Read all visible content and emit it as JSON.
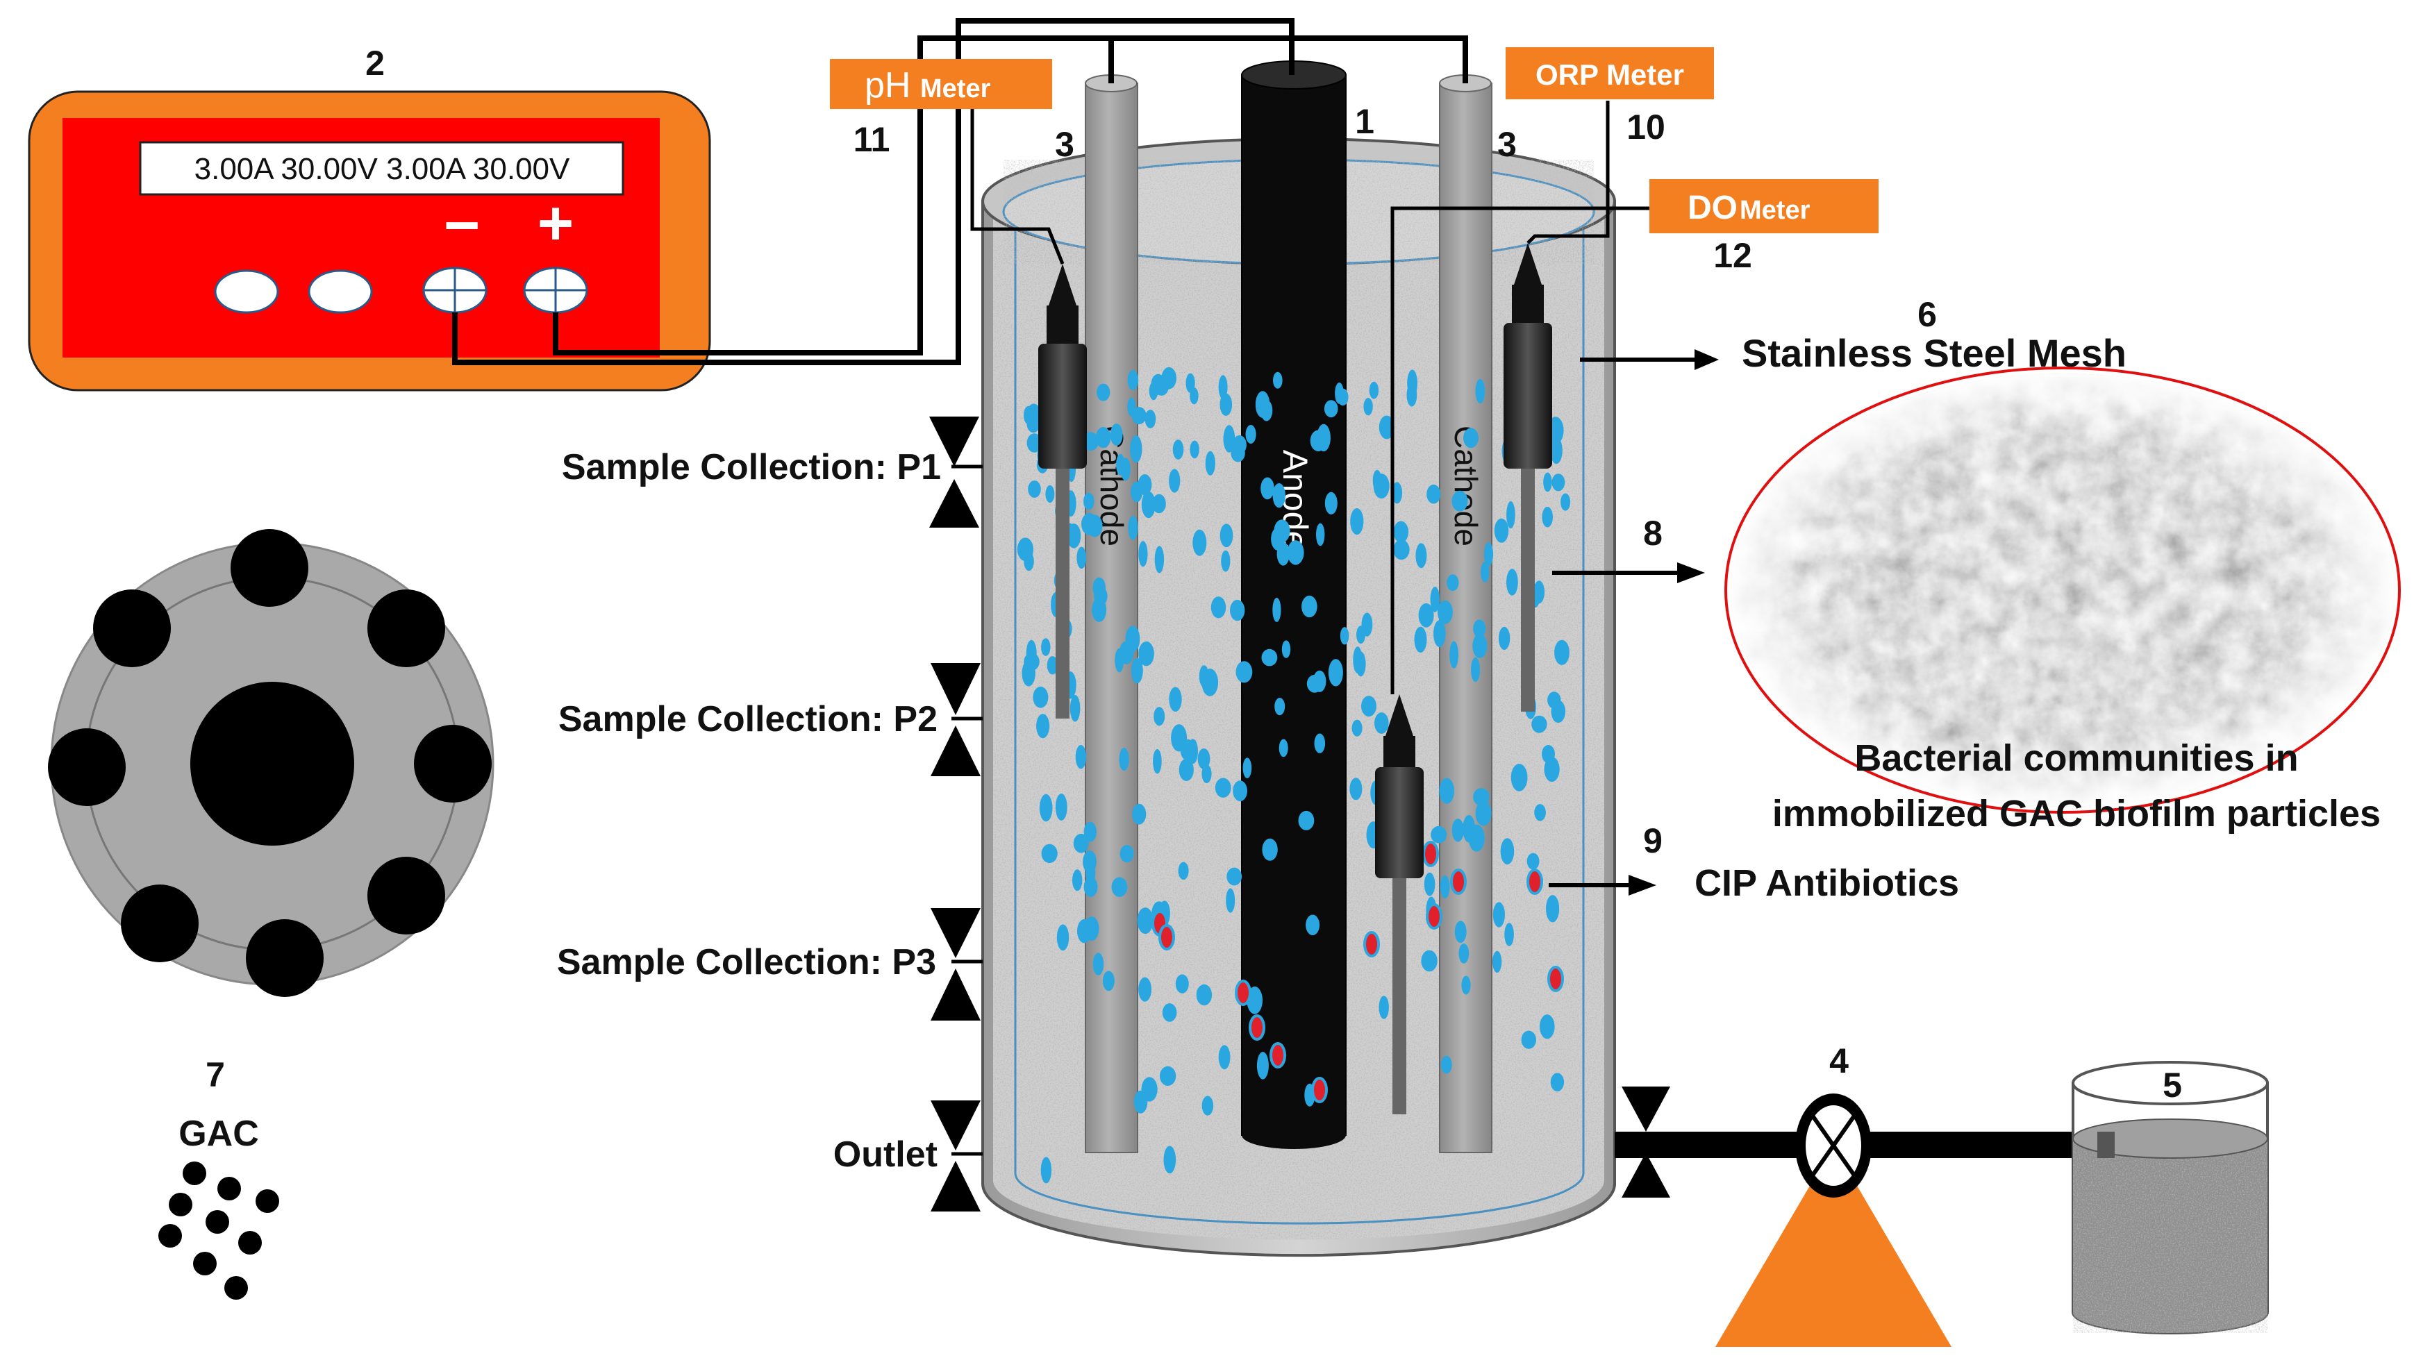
{
  "colors": {
    "orange": "#f47f20",
    "red": "#ff0000",
    "bubble_blue": "#2aa7e0",
    "bubble_red": "#e0202a",
    "anode": "#0b0b0b",
    "cathode": "#9c9c9c",
    "reactor_wall": "#b8b8b8"
  },
  "power_supply": {
    "number": "2",
    "display": "3.00A  30.00V 3.00A  30.00V",
    "minus": "−",
    "plus": "+"
  },
  "electrodes": {
    "anode_label": "Anode",
    "anode_number": "1",
    "cathode_label": "Cathode",
    "cathode_number": "3"
  },
  "meters": {
    "ph": {
      "name": "pH",
      "suffix": "Meter",
      "number": "11"
    },
    "orp": {
      "name": "ORP Meter",
      "number": "10"
    },
    "do": {
      "name": "DO",
      "suffix": "Meter",
      "number": "12"
    }
  },
  "sampling": {
    "p1": "Sample Collection: P1",
    "p2": "Sample Collection: P2",
    "p3": "Sample Collection: P3",
    "outlet": "Outlet"
  },
  "callouts": {
    "mesh_number": "6",
    "mesh_label": "Stainless Steel Mesh",
    "biofilm_number": "8",
    "biofilm_caption_line1": "Bacterial communities in",
    "biofilm_caption_line2": "immobilized GAC biofilm particles",
    "cip_number": "9",
    "cip_label": "CIP Antibiotics",
    "pump_number": "4",
    "tank_number": "5",
    "gac_number": "7",
    "gac_label": "GAC"
  }
}
